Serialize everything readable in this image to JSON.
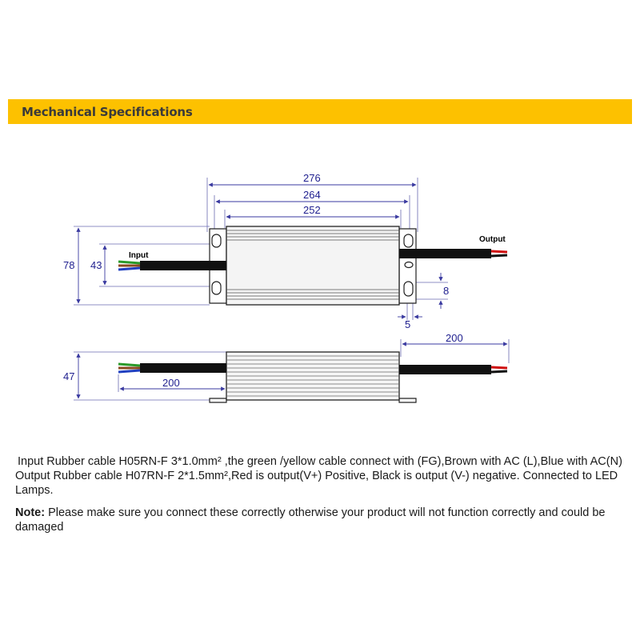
{
  "header": {
    "title": "Mechanical Specifications"
  },
  "top_view": {
    "dim_overall": "276",
    "dim_mounting": "264",
    "dim_body": "252",
    "dim_height": "78",
    "dim_cable_gap": "43",
    "dim_slot_height": "8",
    "dim_slot_width": "5",
    "input_label": "Input",
    "output_label": "Output"
  },
  "side_view": {
    "dim_height": "47",
    "dim_input_cable": "200",
    "dim_output_cable": "200"
  },
  "notes": {
    "line1": "Input Rubber cable H05RN-F 3*1.0mm² ,the green /yellow cable connect with (FG),Brown with AC (L),Blue with AC(N)",
    "line2": "Output Rubber cable H07RN-F 2*1.5mm²,Red is output(V+) Positive, Black is output (V-) negative. Connected to LED Lamps.",
    "note_label": "Note:",
    "note_text": " Please make sure you connect these correctly otherwise your product will not function correctly and could be damaged"
  },
  "colors": {
    "banner": "#fdc100",
    "dimension_text": "#1f1f8f",
    "dimension_line": "#3a3aa0",
    "cable_red": "#d01010",
    "cable_green": "#2a9a2a",
    "cable_blue": "#2040c0",
    "cable_brown": "#8a4a20"
  }
}
